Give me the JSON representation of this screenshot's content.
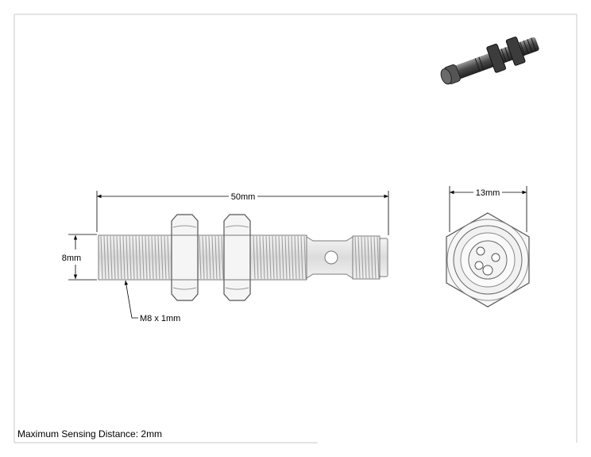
{
  "drawing": {
    "dimensions": {
      "length": "50mm",
      "diameter": "8mm",
      "hex_width": "13mm",
      "thread": "M8 x 1mm"
    },
    "note": "Maximum Sensing Distance: 2mm"
  },
  "colors": {
    "line": "#000000",
    "part_outline": "#7a7a7a",
    "nut_outline": "#555555",
    "body_fill": "#e6e6e6",
    "iso_dark": "#2b2b2b",
    "iso_mid": "#6b6b6b"
  }
}
